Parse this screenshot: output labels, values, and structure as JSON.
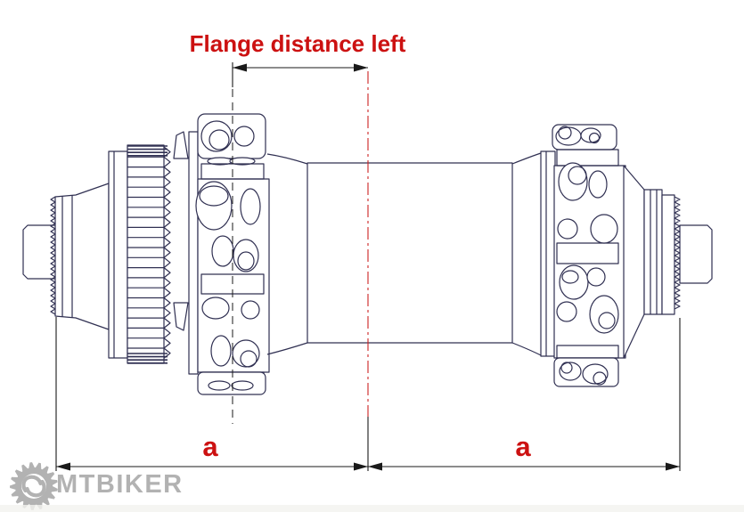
{
  "diagram": {
    "alt": "Technical side-view line drawing of a bicycle hub with dimension annotations",
    "flange_distance_label": "Flange distance left",
    "left_span_label": "a",
    "right_span_label": "a"
  },
  "watermark": {
    "brand": "MTBIKER"
  },
  "colors": {
    "background": "#ffffff",
    "drawing_line": "#303052",
    "dimension_line": "#1a1a1a",
    "annotation_red": "#cc1111",
    "centerline_red": "#cc2222",
    "watermark_gray": "#b2b2b2"
  }
}
